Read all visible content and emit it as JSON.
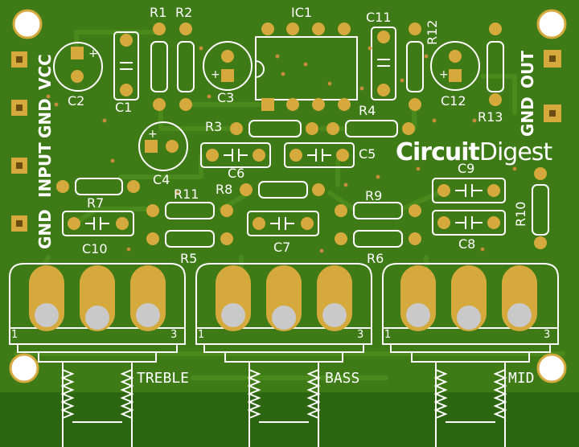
{
  "brand": {
    "part1": "Circuit",
    "part2": "Digest"
  },
  "connectors": {
    "vcc": "VCC",
    "gnd_top": "GND",
    "input": "INPUT",
    "gnd_bottom": "GND",
    "gnd_out": "GND",
    "out": "OUT"
  },
  "components": {
    "R1": "R1",
    "R2": "R2",
    "IC1": "IC1",
    "C11": "C11",
    "R12": "R12",
    "C2": "C2",
    "C1": "C1",
    "C3": "C3",
    "C12": "C12",
    "R13": "R13",
    "R3": "R3",
    "R4": "R4",
    "C4": "C4",
    "C6": "C6",
    "C5": "C5",
    "R7": "R7",
    "R11": "R11",
    "R8": "R8",
    "R9": "R9",
    "C9": "C9",
    "R10": "R10",
    "C10": "C10",
    "R5": "R5",
    "C7": "C7",
    "R6": "R6",
    "C8": "C8"
  },
  "pots": [
    {
      "name": "TREBLE",
      "pin1": "1",
      "pin3": "3"
    },
    {
      "name": "BASS",
      "pin1": "1",
      "pin3": "3"
    },
    {
      "name": "MID",
      "pin1": "1",
      "pin3": "3"
    }
  ],
  "polarity_mark": "+"
}
